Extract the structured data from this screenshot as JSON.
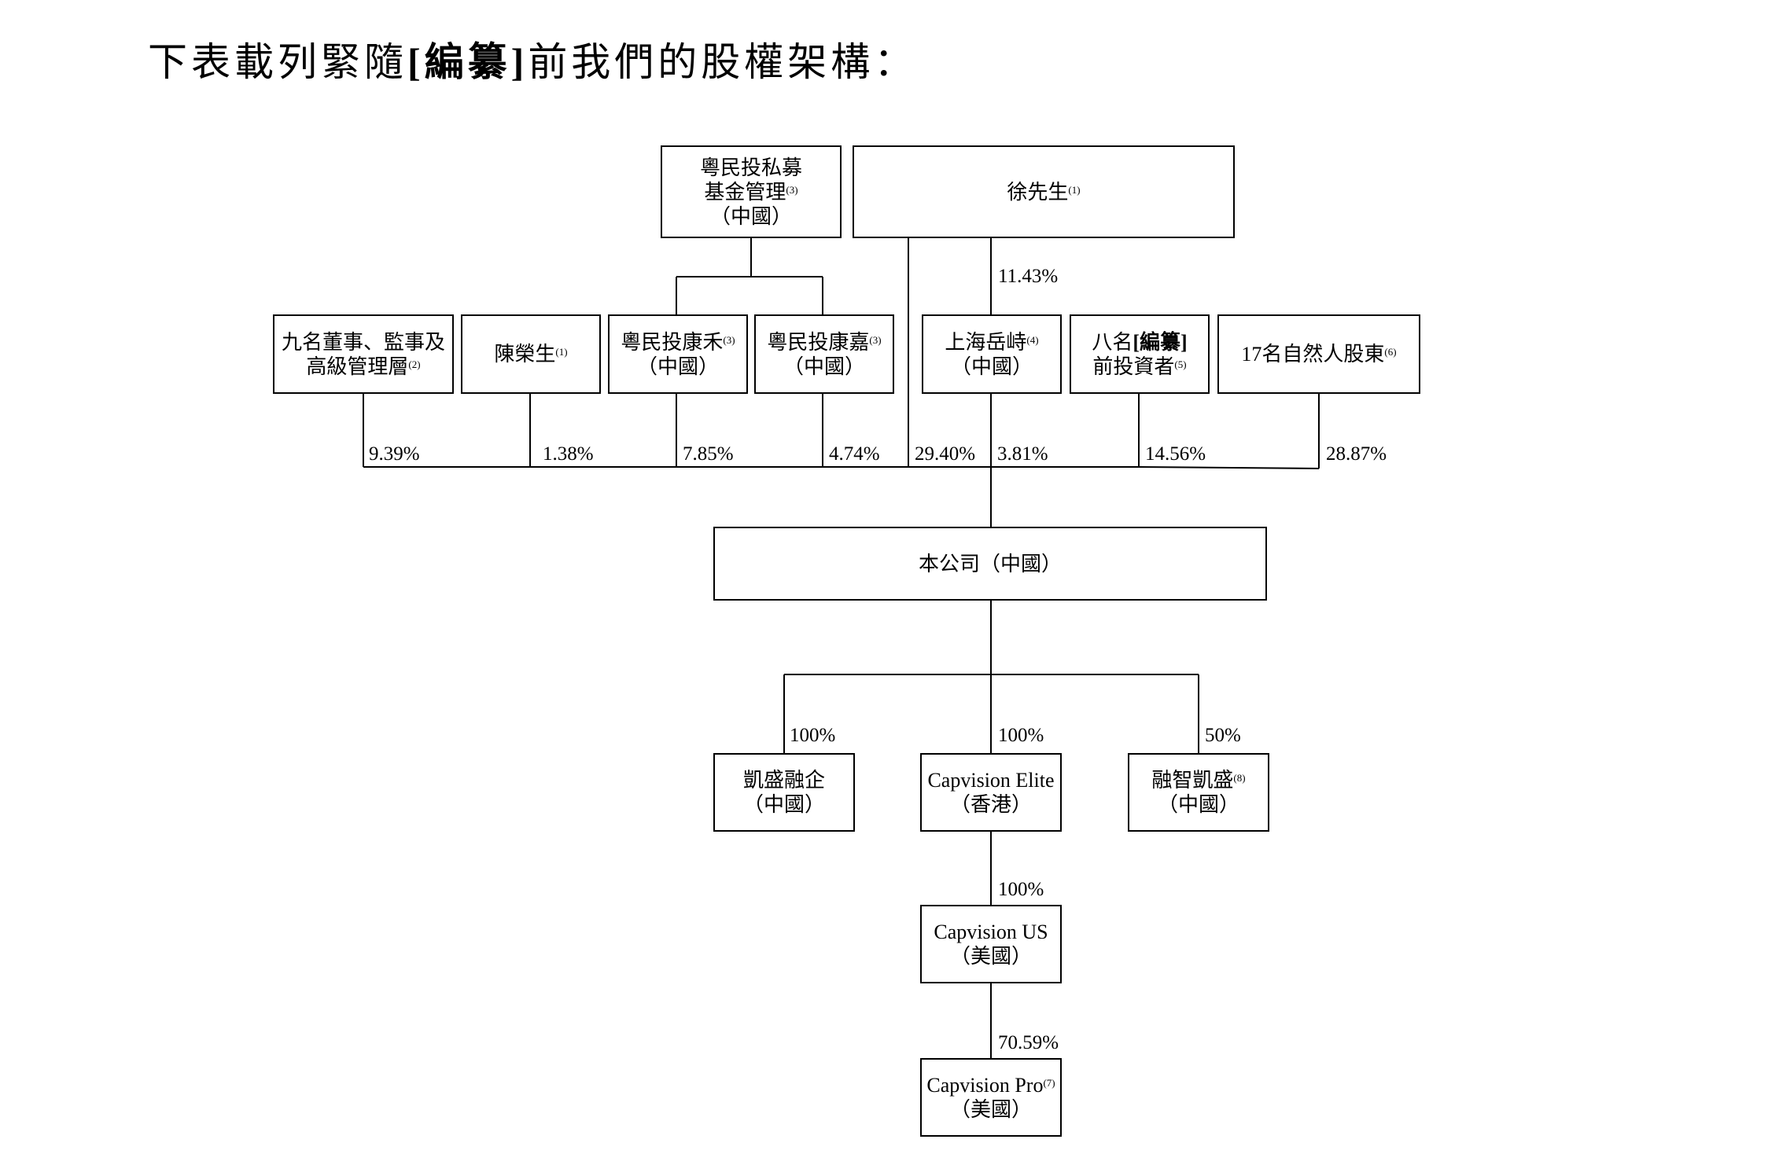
{
  "title": {
    "prefix": "下表載列緊隨",
    "bold": "[編纂]",
    "suffix": "前我們的股權架構："
  },
  "boxes": {
    "fund_mgmt": {
      "line1": "粵民投私募",
      "line2": "基金管理",
      "note2": "(3)",
      "line3": "（中國）"
    },
    "mr_xu": {
      "line1": "徐先生",
      "note1": "(1)"
    },
    "directors": {
      "line1": "九名董事、監事及",
      "line2": "高級管理層",
      "note2": "(2)"
    },
    "mr_chen": {
      "line1": "陳榮生",
      "note1": "(1)"
    },
    "kanghe": {
      "line1": "粵民投康禾",
      "note1": "(3)",
      "line2": "（中國）"
    },
    "kangjia": {
      "line1": "粵民投康嘉",
      "note1": "(3)",
      "line2": "（中國）"
    },
    "yueshi": {
      "line1": "上海岳峙",
      "note1": "(4)",
      "line2": "（中國）"
    },
    "eight_investors": {
      "line1a": "八名",
      "line1b": "[編纂]",
      "line2": "前投資者",
      "note2": "(5)"
    },
    "natural_persons": {
      "line1": "17名自然人股東",
      "note1": "(6)"
    },
    "company": {
      "line1": "本公司（中國）"
    },
    "kaisheng": {
      "line1": "凱盛融企",
      "line2": "（中國）"
    },
    "elite": {
      "line1": "Capvision Elite",
      "line2": "（香港）"
    },
    "rongzhi": {
      "line1": "融智凱盛",
      "note1": "(8)",
      "line2": "（中國）"
    },
    "us": {
      "line1": "Capvision US",
      "line2": "（美國）"
    },
    "pro": {
      "line1": "Capvision Pro",
      "note1": "(7)",
      "line2": "（美國）"
    }
  },
  "percentages": {
    "xu_to_yueshi": "11.43%",
    "directors": "9.39%",
    "chen": "1.38%",
    "kanghe": "7.85%",
    "kangjia": "4.74%",
    "xu_direct": "29.40%",
    "yueshi": "3.81%",
    "eight_investors": "14.56%",
    "natural_persons": "28.87%",
    "kaisheng": "100%",
    "elite": "100%",
    "rongzhi": "50%",
    "us": "100%",
    "pro": "70.59%"
  }
}
